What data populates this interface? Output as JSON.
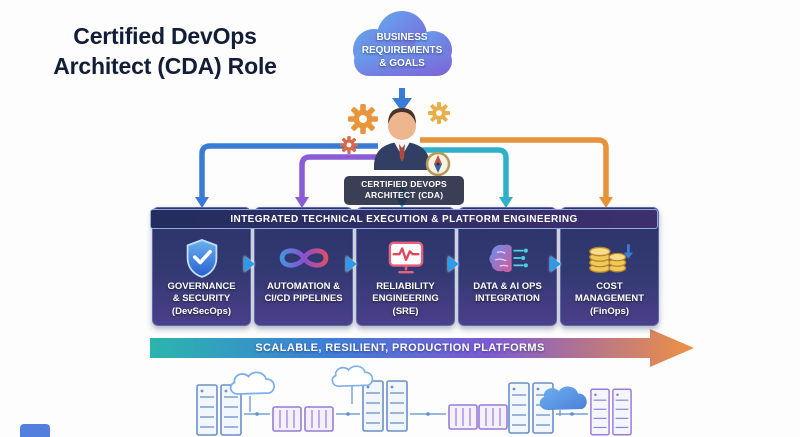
{
  "header": {
    "title": "Certified DevOps\nArchitect (CDA) Role"
  },
  "flow": {
    "input_cloud": {
      "label": "BUSINESS\nREQUIREMENTS\n& GOALS"
    },
    "architect": {
      "label": "CERTIFIED DEVOPS\nARCHITECT (CDA)"
    },
    "banner": {
      "label": "INTEGRATED TECHNICAL EXECUTION & PLATFORM ENGINEERING"
    },
    "pillars": [
      {
        "id": "governance-security",
        "icon": "shield-check-icon",
        "label": "GOVERNANCE\n& SECURITY\n(DevSecOps)"
      },
      {
        "id": "automation-cicd",
        "icon": "infinity-loop-icon",
        "label": "AUTOMATION &\nCI/CD PIPELINES"
      },
      {
        "id": "reliability-sre",
        "icon": "heartbeat-monitor-icon",
        "label": "RELIABILITY\nENGINEERING\n(SRE)"
      },
      {
        "id": "data-aiops",
        "icon": "brain-circuit-icon",
        "label": "DATA & AI OPS\nINTEGRATION"
      },
      {
        "id": "cost-finops",
        "icon": "coin-stack-icon",
        "label": "COST\nMANAGEMENT\n(FinOps)"
      }
    ],
    "output_arrow": {
      "label": "SCALABLE, RESILIENT, PRODUCTION PLATFORMS"
    }
  },
  "colors": {
    "connector_blue": "#3a7bd5",
    "connector_purple": "#8a5cd6",
    "connector_teal": "#2fb0c8",
    "connector_orange": "#e8923a",
    "box_gradient_top": "#2a3468",
    "box_gradient_bottom": "#4b3f8a",
    "banner_bg": "#232d5e",
    "platform_arrow_gradient": "#2ab5ad,#3f7dd8,#7d5ad2,#ef9143",
    "coin_gold": "#f0c95c"
  }
}
